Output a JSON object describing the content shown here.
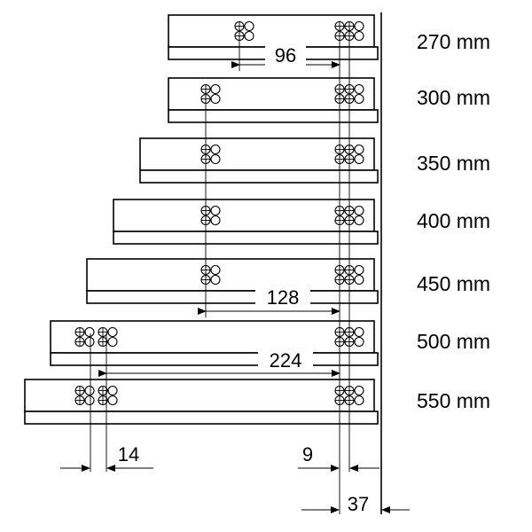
{
  "lengths": [
    "270 mm",
    "300 mm",
    "350 mm",
    "400 mm",
    "450 mm",
    "500 mm",
    "550 mm"
  ],
  "dimensions": {
    "d96": "96",
    "d128": "128",
    "d224": "224",
    "d14": "14",
    "d9": "9",
    "d37": "37"
  }
}
